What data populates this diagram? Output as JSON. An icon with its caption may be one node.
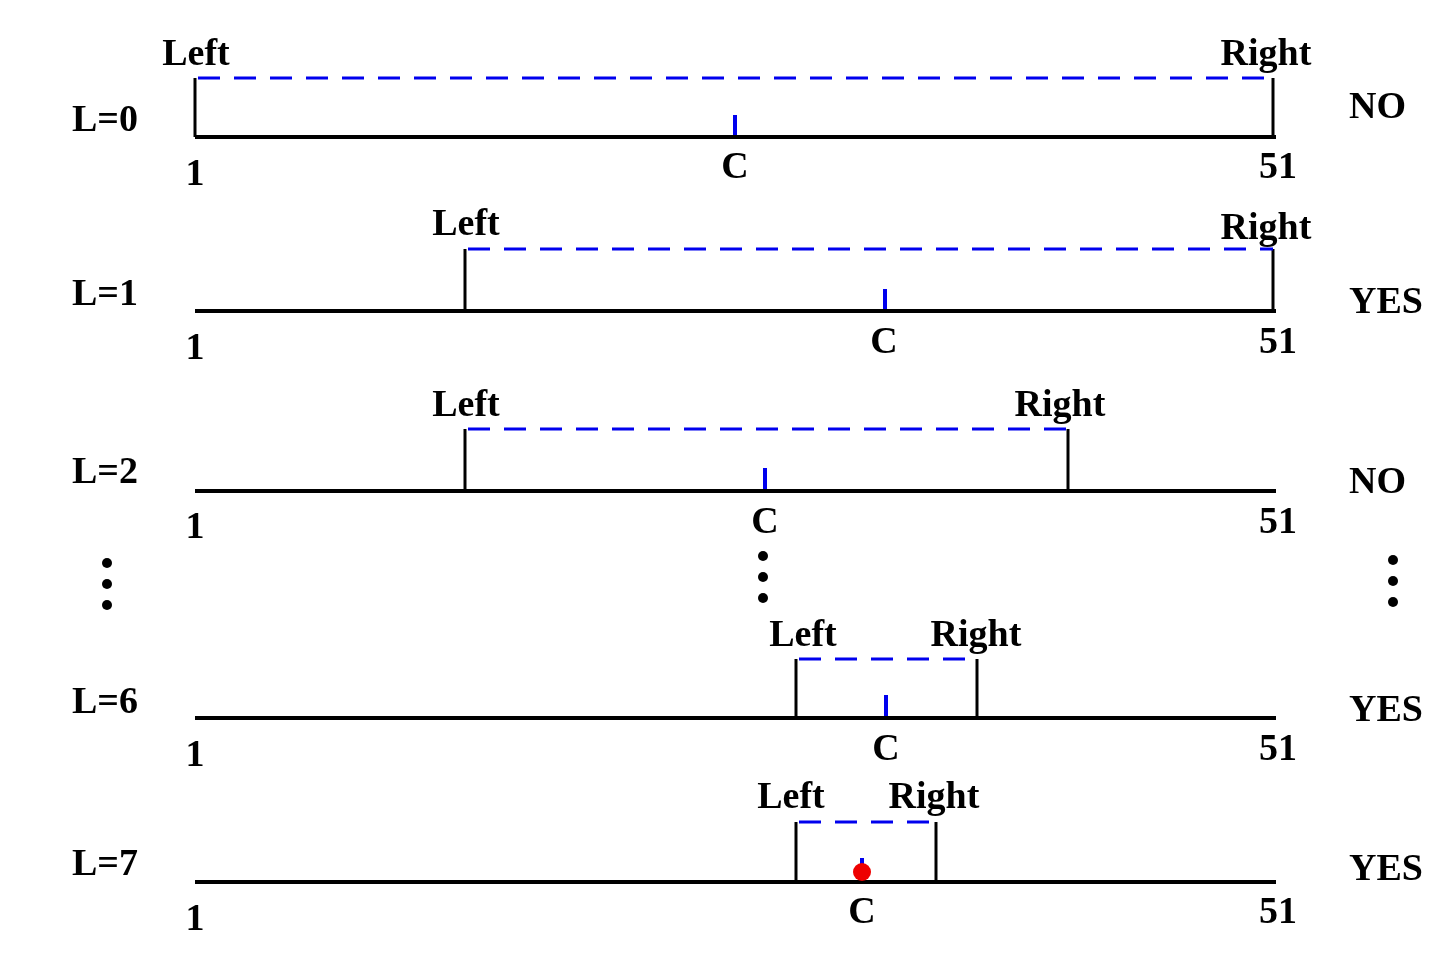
{
  "diagram": {
    "labels": [
      "Left",
      "Right",
      "L=0",
      "NO",
      "1",
      "C",
      "51",
      "Left",
      "Right",
      "L=1",
      "YES",
      "1",
      "C",
      "51",
      "Left",
      "Right",
      "L=2",
      "NO",
      "1",
      "C",
      "51",
      "Left",
      "Right",
      "L=6",
      "YES",
      "1",
      "C",
      "51",
      "Left",
      "Right",
      "L=7",
      "YES",
      "1",
      "C",
      "51"
    ]
  }
}
